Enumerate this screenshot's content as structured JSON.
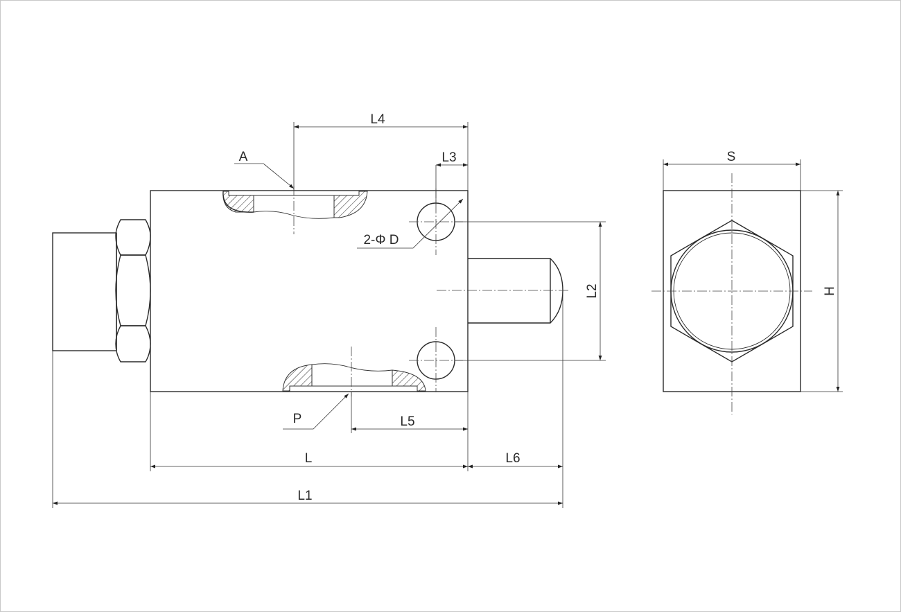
{
  "labels": {
    "L4": "L4",
    "L3": "L3",
    "A": "A",
    "two_phi_d": "2-Φ D",
    "L2": "L2",
    "P": "P",
    "L5": "L5",
    "L": "L",
    "L6": "L6",
    "L1": "L1",
    "S": "S",
    "H": "H"
  }
}
